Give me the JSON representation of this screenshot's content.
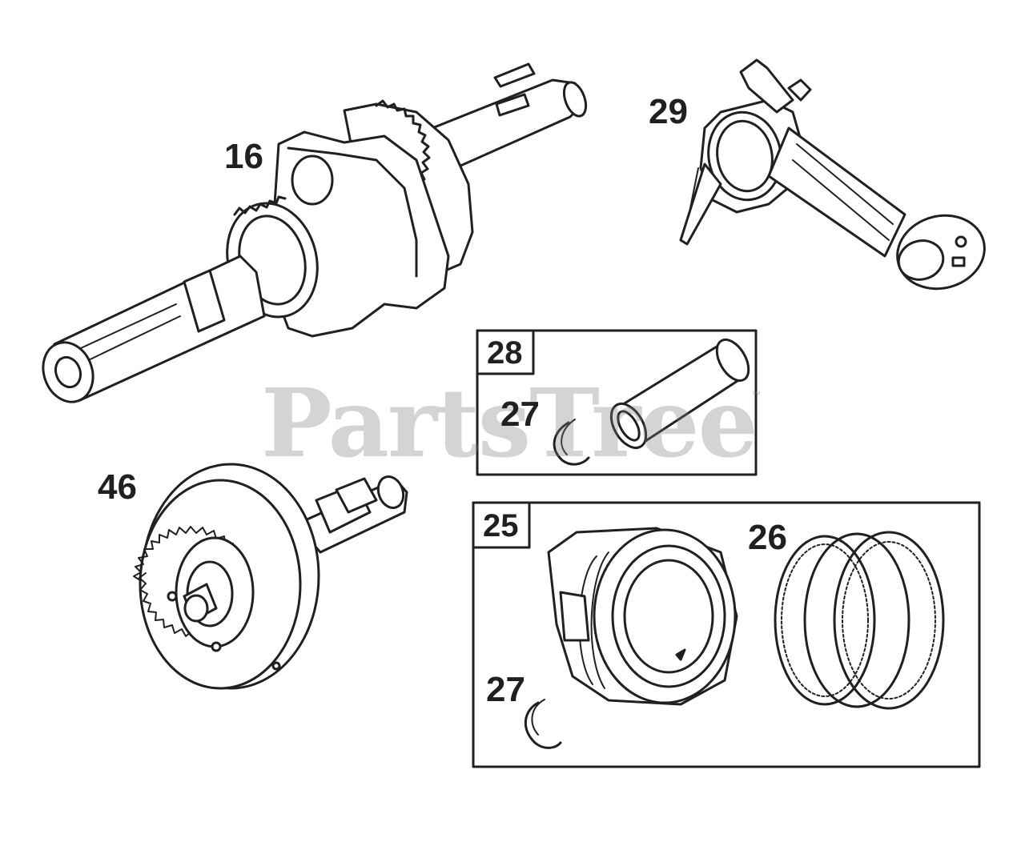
{
  "diagram": {
    "watermark": "PartsTree",
    "watermark_mark": "™",
    "line_color": "#231f20",
    "watermark_color": "#9a9a9a",
    "callouts": {
      "crankshaft": "16",
      "connecting_rod": "29",
      "camshaft": "46",
      "piston_rings": "26",
      "retainer_piston": "27"
    },
    "boxes": {
      "piston_pin_box": {
        "label": "28",
        "retainer": "27"
      },
      "piston_box": {
        "label": "25"
      }
    }
  }
}
